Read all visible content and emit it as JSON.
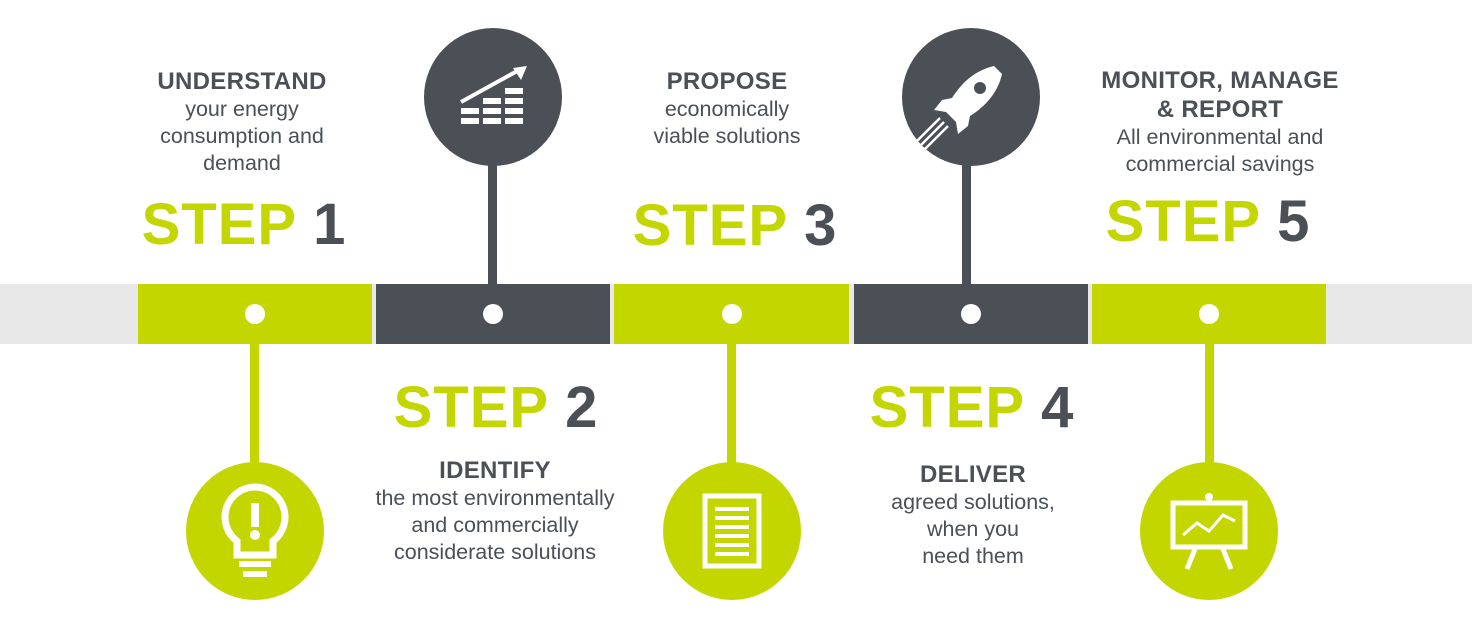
{
  "colors": {
    "green": "#c4d600",
    "dark": "#4a5056",
    "band": "#e8e8e8"
  },
  "steps": [
    {
      "word": "STEP",
      "num": "1",
      "title": "UNDERSTAND",
      "body": [
        "your energy",
        "consumption and",
        "demand"
      ],
      "icon": "lightbulb-icon"
    },
    {
      "word": "STEP",
      "num": "2",
      "title": "IDENTIFY",
      "body": [
        "the most environmentally",
        "and commercially",
        "considerate solutions"
      ],
      "icon": "growth-chart-icon"
    },
    {
      "word": "STEP",
      "num": "3",
      "title": "PROPOSE",
      "body": [
        "economically",
        "viable solutions"
      ],
      "icon": "document-icon"
    },
    {
      "word": "STEP",
      "num": "4",
      "title": "DELIVER",
      "body": [
        "agreed solutions,",
        "when you",
        "need them"
      ],
      "icon": "rocket-icon"
    },
    {
      "word": "STEP",
      "num": "5",
      "title": [
        "MONITOR, MANAGE",
        "& REPORT"
      ],
      "body": [
        "All environmental and",
        "commercial savings"
      ],
      "icon": "presentation-board-icon"
    }
  ]
}
